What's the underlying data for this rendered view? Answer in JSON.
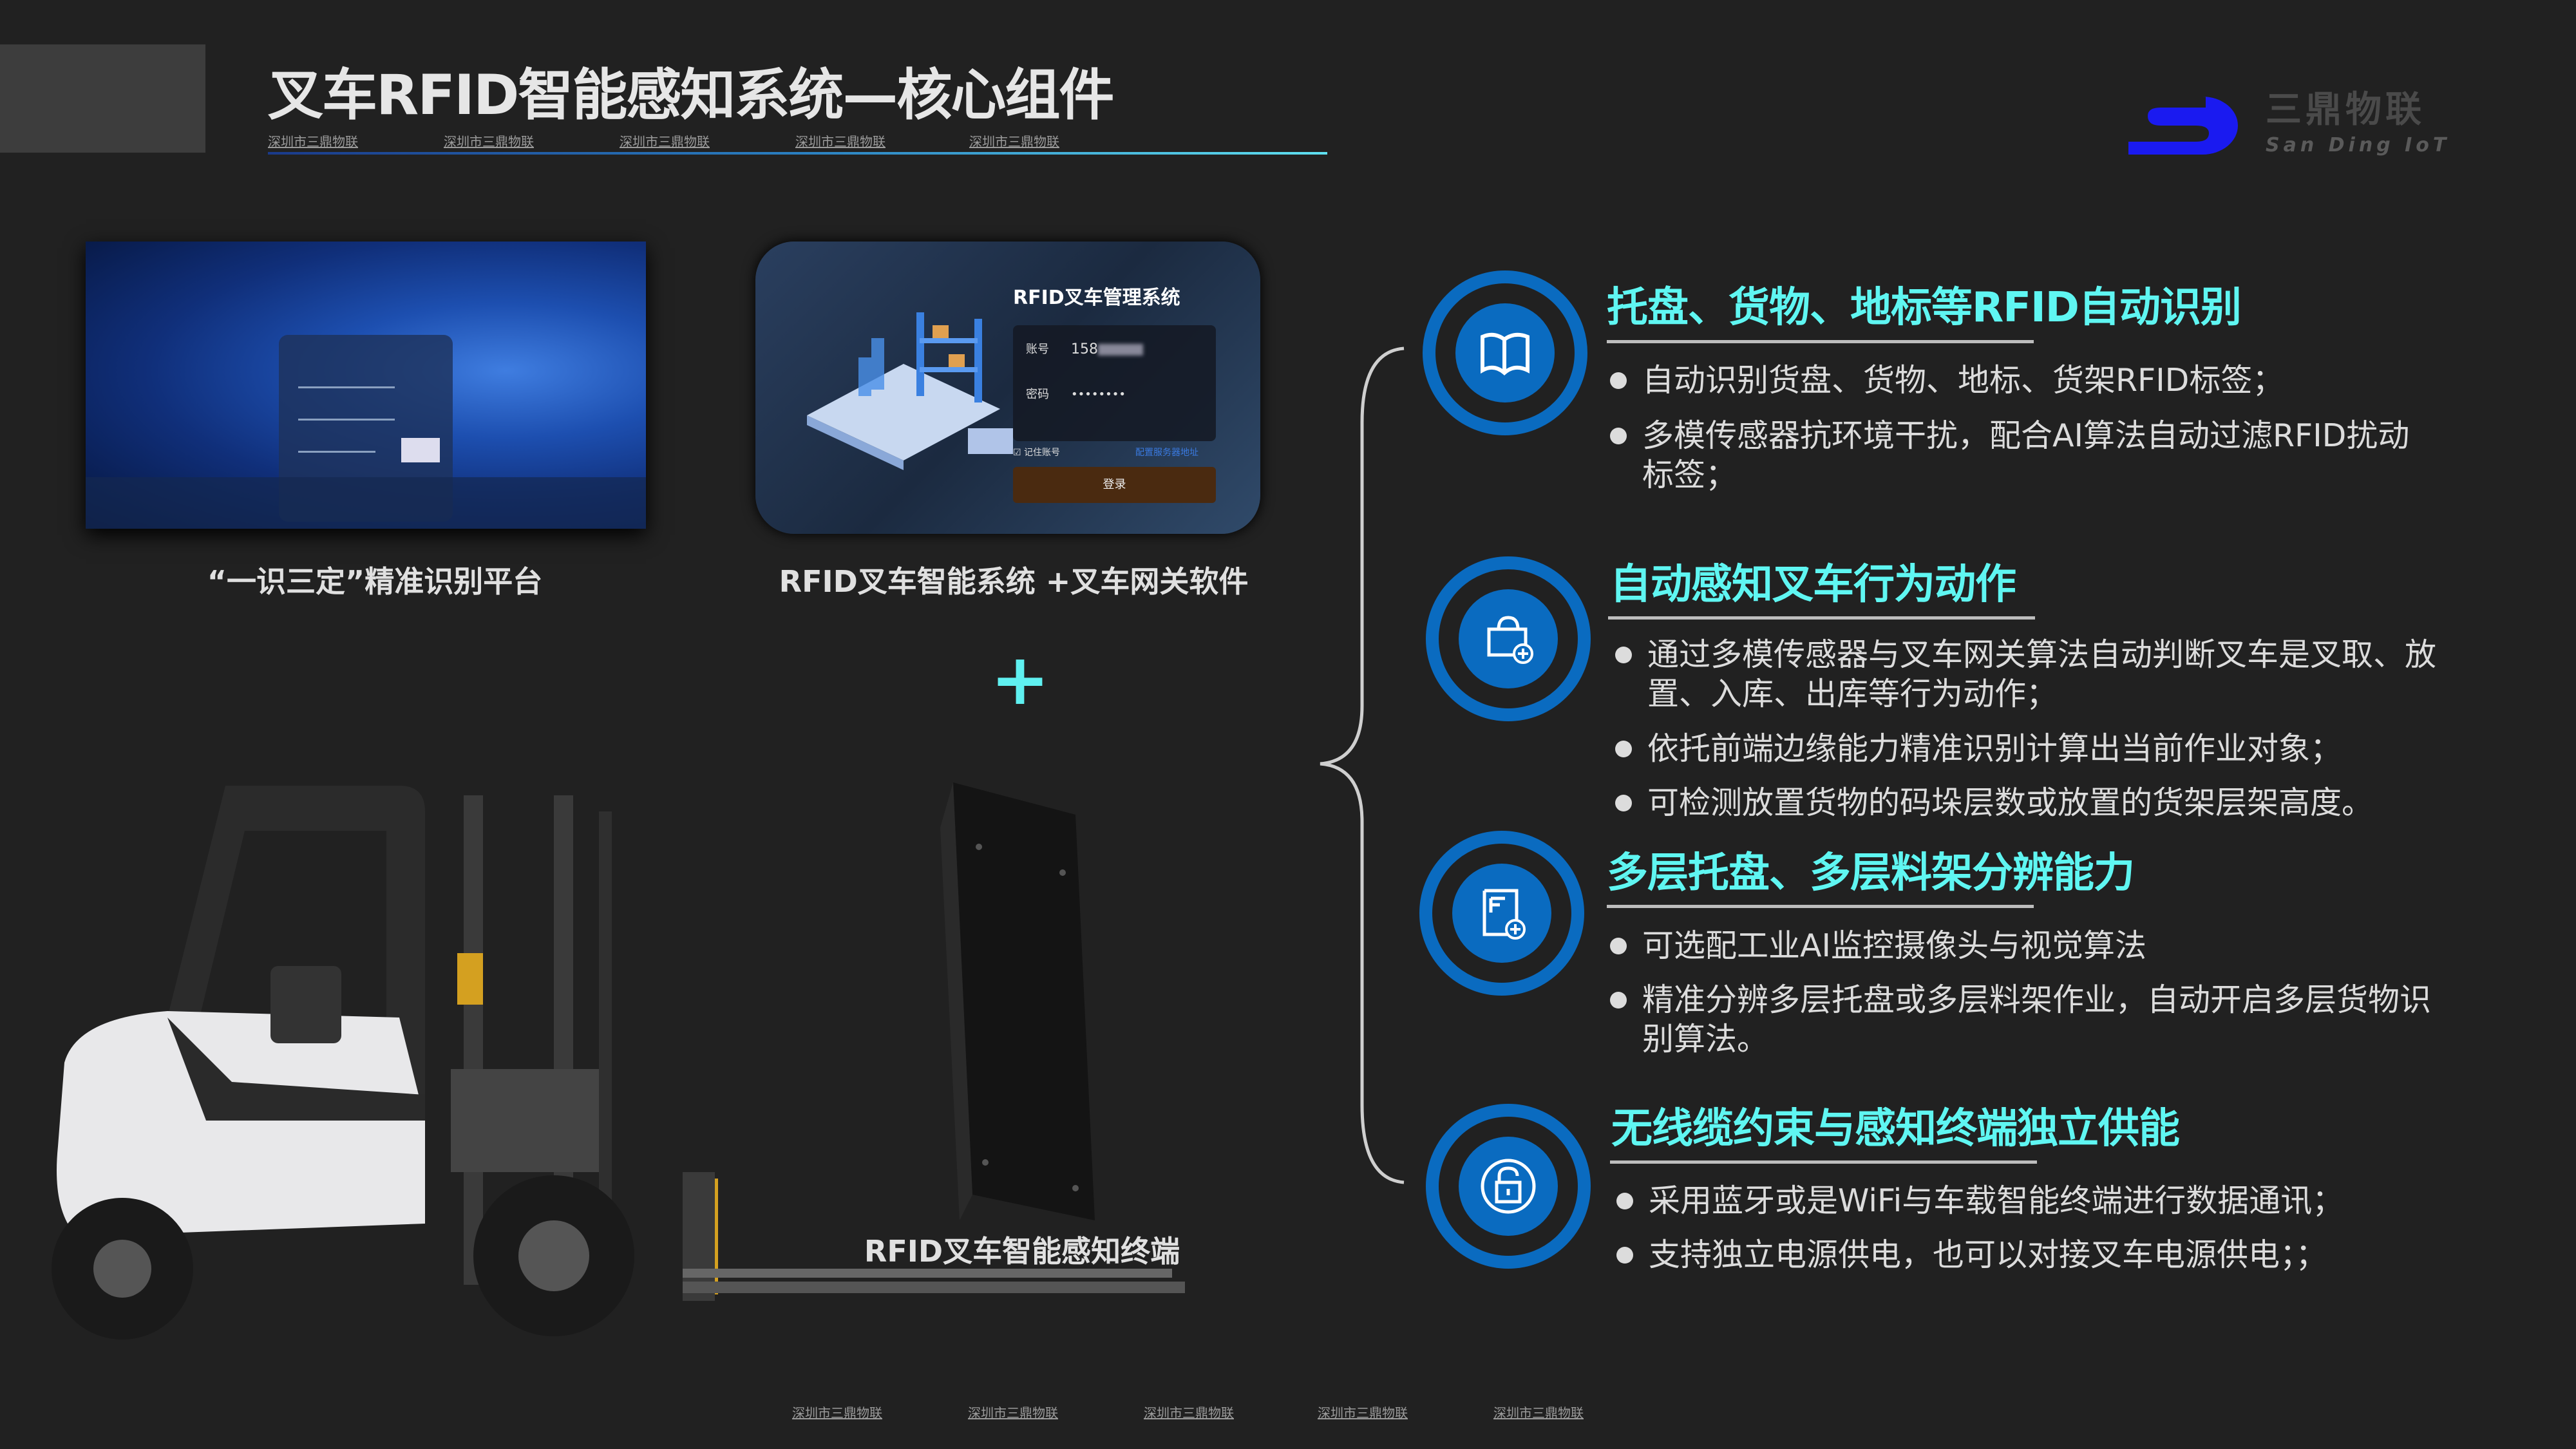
{
  "header": {
    "title": "叉车RFID智能感知系统—核心组件",
    "watermark": "深圳市三鼎物联",
    "logo": {
      "cn": "三鼎物联",
      "en": "San Ding IoT",
      "brand_color": "#1a1af0"
    }
  },
  "left": {
    "platform_caption": "“一识三定”精准识别平台",
    "software_caption": "RFID叉车智能系统 +叉车网关软件",
    "plus": "+",
    "terminal_caption": "RFID叉车智能感知终端",
    "login": {
      "title": "RFID叉车管理系统",
      "account_label": "账号",
      "account_value": "158",
      "password_label": "密码",
      "password_value": "••••••••",
      "remember_label": "记住账号",
      "server_link": "配置服务器地址",
      "login_button": "登录"
    }
  },
  "features": [
    {
      "icon": "book-icon",
      "title": "托盘、货物、地标等RFID自动识别",
      "bullets": [
        "自动识别货盘、货物、地标、货架RFID标签；",
        "多模传感器抗环境干扰，配合AI算法自动过滤RFID扰动标签；"
      ]
    },
    {
      "icon": "bag-plus-icon",
      "title": "自动感知叉车行为动作",
      "bullets": [
        "通过多模传感器与叉车网关算法自动判断叉车是叉取、放置、入库、出库等行为动作；",
        "依托前端边缘能力精准识别计算出当前作业对象；",
        "可检测放置货物的码垛层数或放置的货架层架高度。"
      ]
    },
    {
      "icon": "document-plus-icon",
      "title": "多层托盘、多层料架分辨能力",
      "bullets": [
        "可选配工业AI监控摄像头与视觉算法",
        "精准分辨多层托盘或多层料架作业，自动开启多层货物识别算法。"
      ]
    },
    {
      "icon": "lock-icon",
      "title": "无线缆约束与感知终端独立供能",
      "bullets": [
        "采用蓝牙或是WiFi与车载智能终端进行数据通讯；",
        "支持独立电源供电，也可以对接叉车电源供电；；"
      ]
    }
  ],
  "colors": {
    "accent_cyan": "#5ff6f2",
    "ring_blue": "#0a6bc0",
    "background": "#212121"
  }
}
